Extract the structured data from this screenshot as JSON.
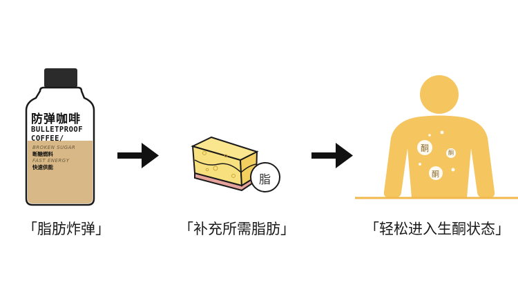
{
  "bottle": {
    "name_cn": "防弹咖啡",
    "name_en_line1": "BULLETPROOF",
    "name_en_line2": "COFFEE/",
    "tag1_en": "BROKEN SUGAR",
    "tag1_cn": "断糖燃料",
    "tag2_en": "FAST ENERGY",
    "tag2_cn": "快速供能"
  },
  "fat_badge": "脂",
  "chips": [
    "酮",
    "酮",
    "酮"
  ],
  "captions": {
    "step1": "「脂肪炸弹」",
    "step2": "「补充所需脂肪」",
    "step3": "「轻松进入生酮状态」"
  },
  "colors": {
    "body_yellow": "#f5c560",
    "bottle_tan": "#d7b886",
    "cake_yellow": "#f7e07e",
    "cake_pink": "#e6a39b",
    "arrow": "#111111"
  }
}
